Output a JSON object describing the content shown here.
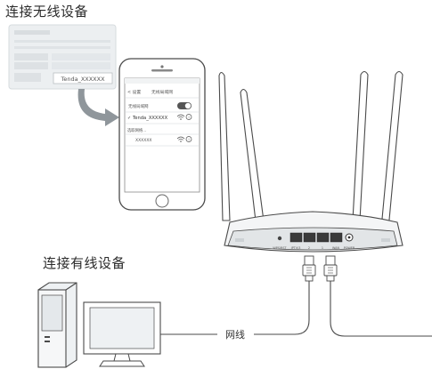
{
  "headings": {
    "wireless": "连接无线设备",
    "wired": "连接有线设备"
  },
  "sticker": {
    "ssid_label": "Tenda_XXXXXX"
  },
  "phone": {
    "back_label": "< 设置",
    "title": "无线局域网",
    "wlan_label": "无线局域网",
    "connected_network": "Tenda_XXXXXX",
    "choose_network_label": "选取网络...",
    "other_network": "XXXXXX"
  },
  "router": {
    "port_labels": [
      "WPS/RST",
      "IPTV/3",
      "2",
      "1",
      "WAN",
      "POWER"
    ]
  },
  "cable": {
    "label": "网线"
  },
  "colors": {
    "outline": "#4a4a4a",
    "light_fill": "#eef1f3",
    "arrow": "#8f969b",
    "sticker_bg": "#eceff1"
  }
}
